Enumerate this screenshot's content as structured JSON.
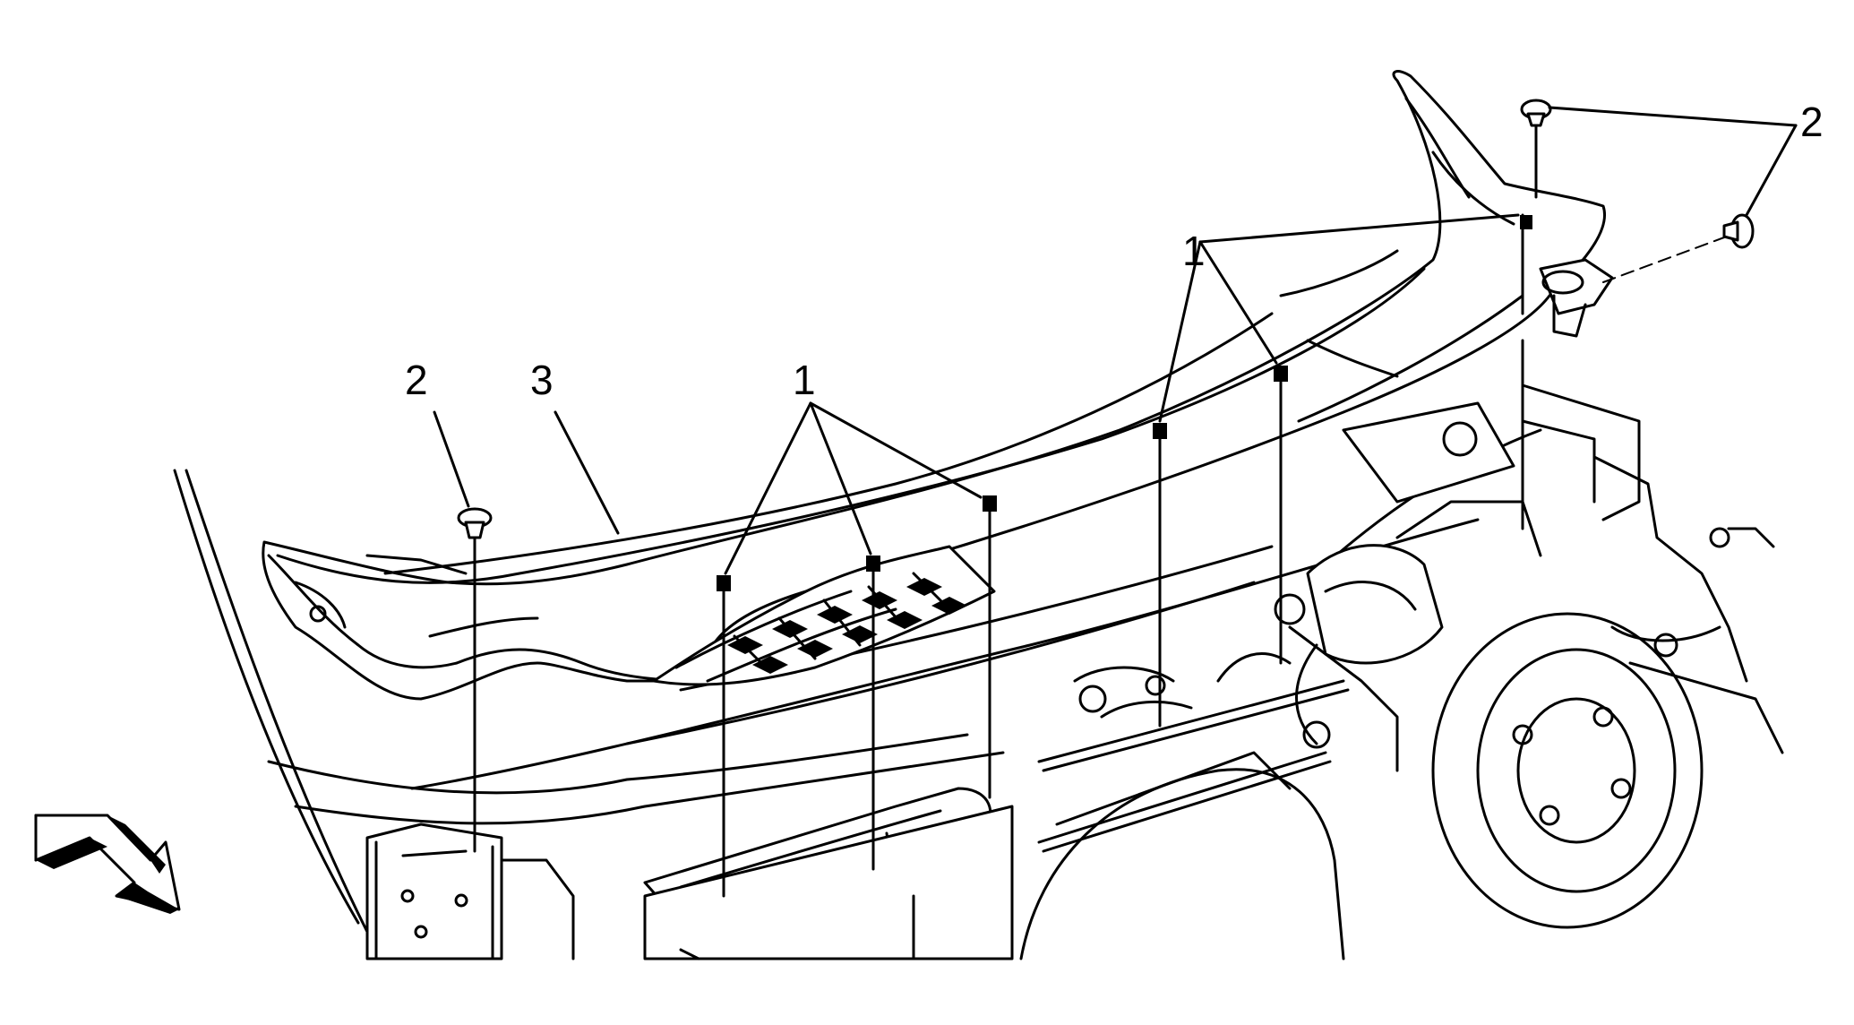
{
  "callouts": {
    "fastener_1": "1",
    "clip_2": "2",
    "cowl_panel_3": "3"
  },
  "colors": {
    "ink": "#000000",
    "paper": "#ffffff"
  }
}
